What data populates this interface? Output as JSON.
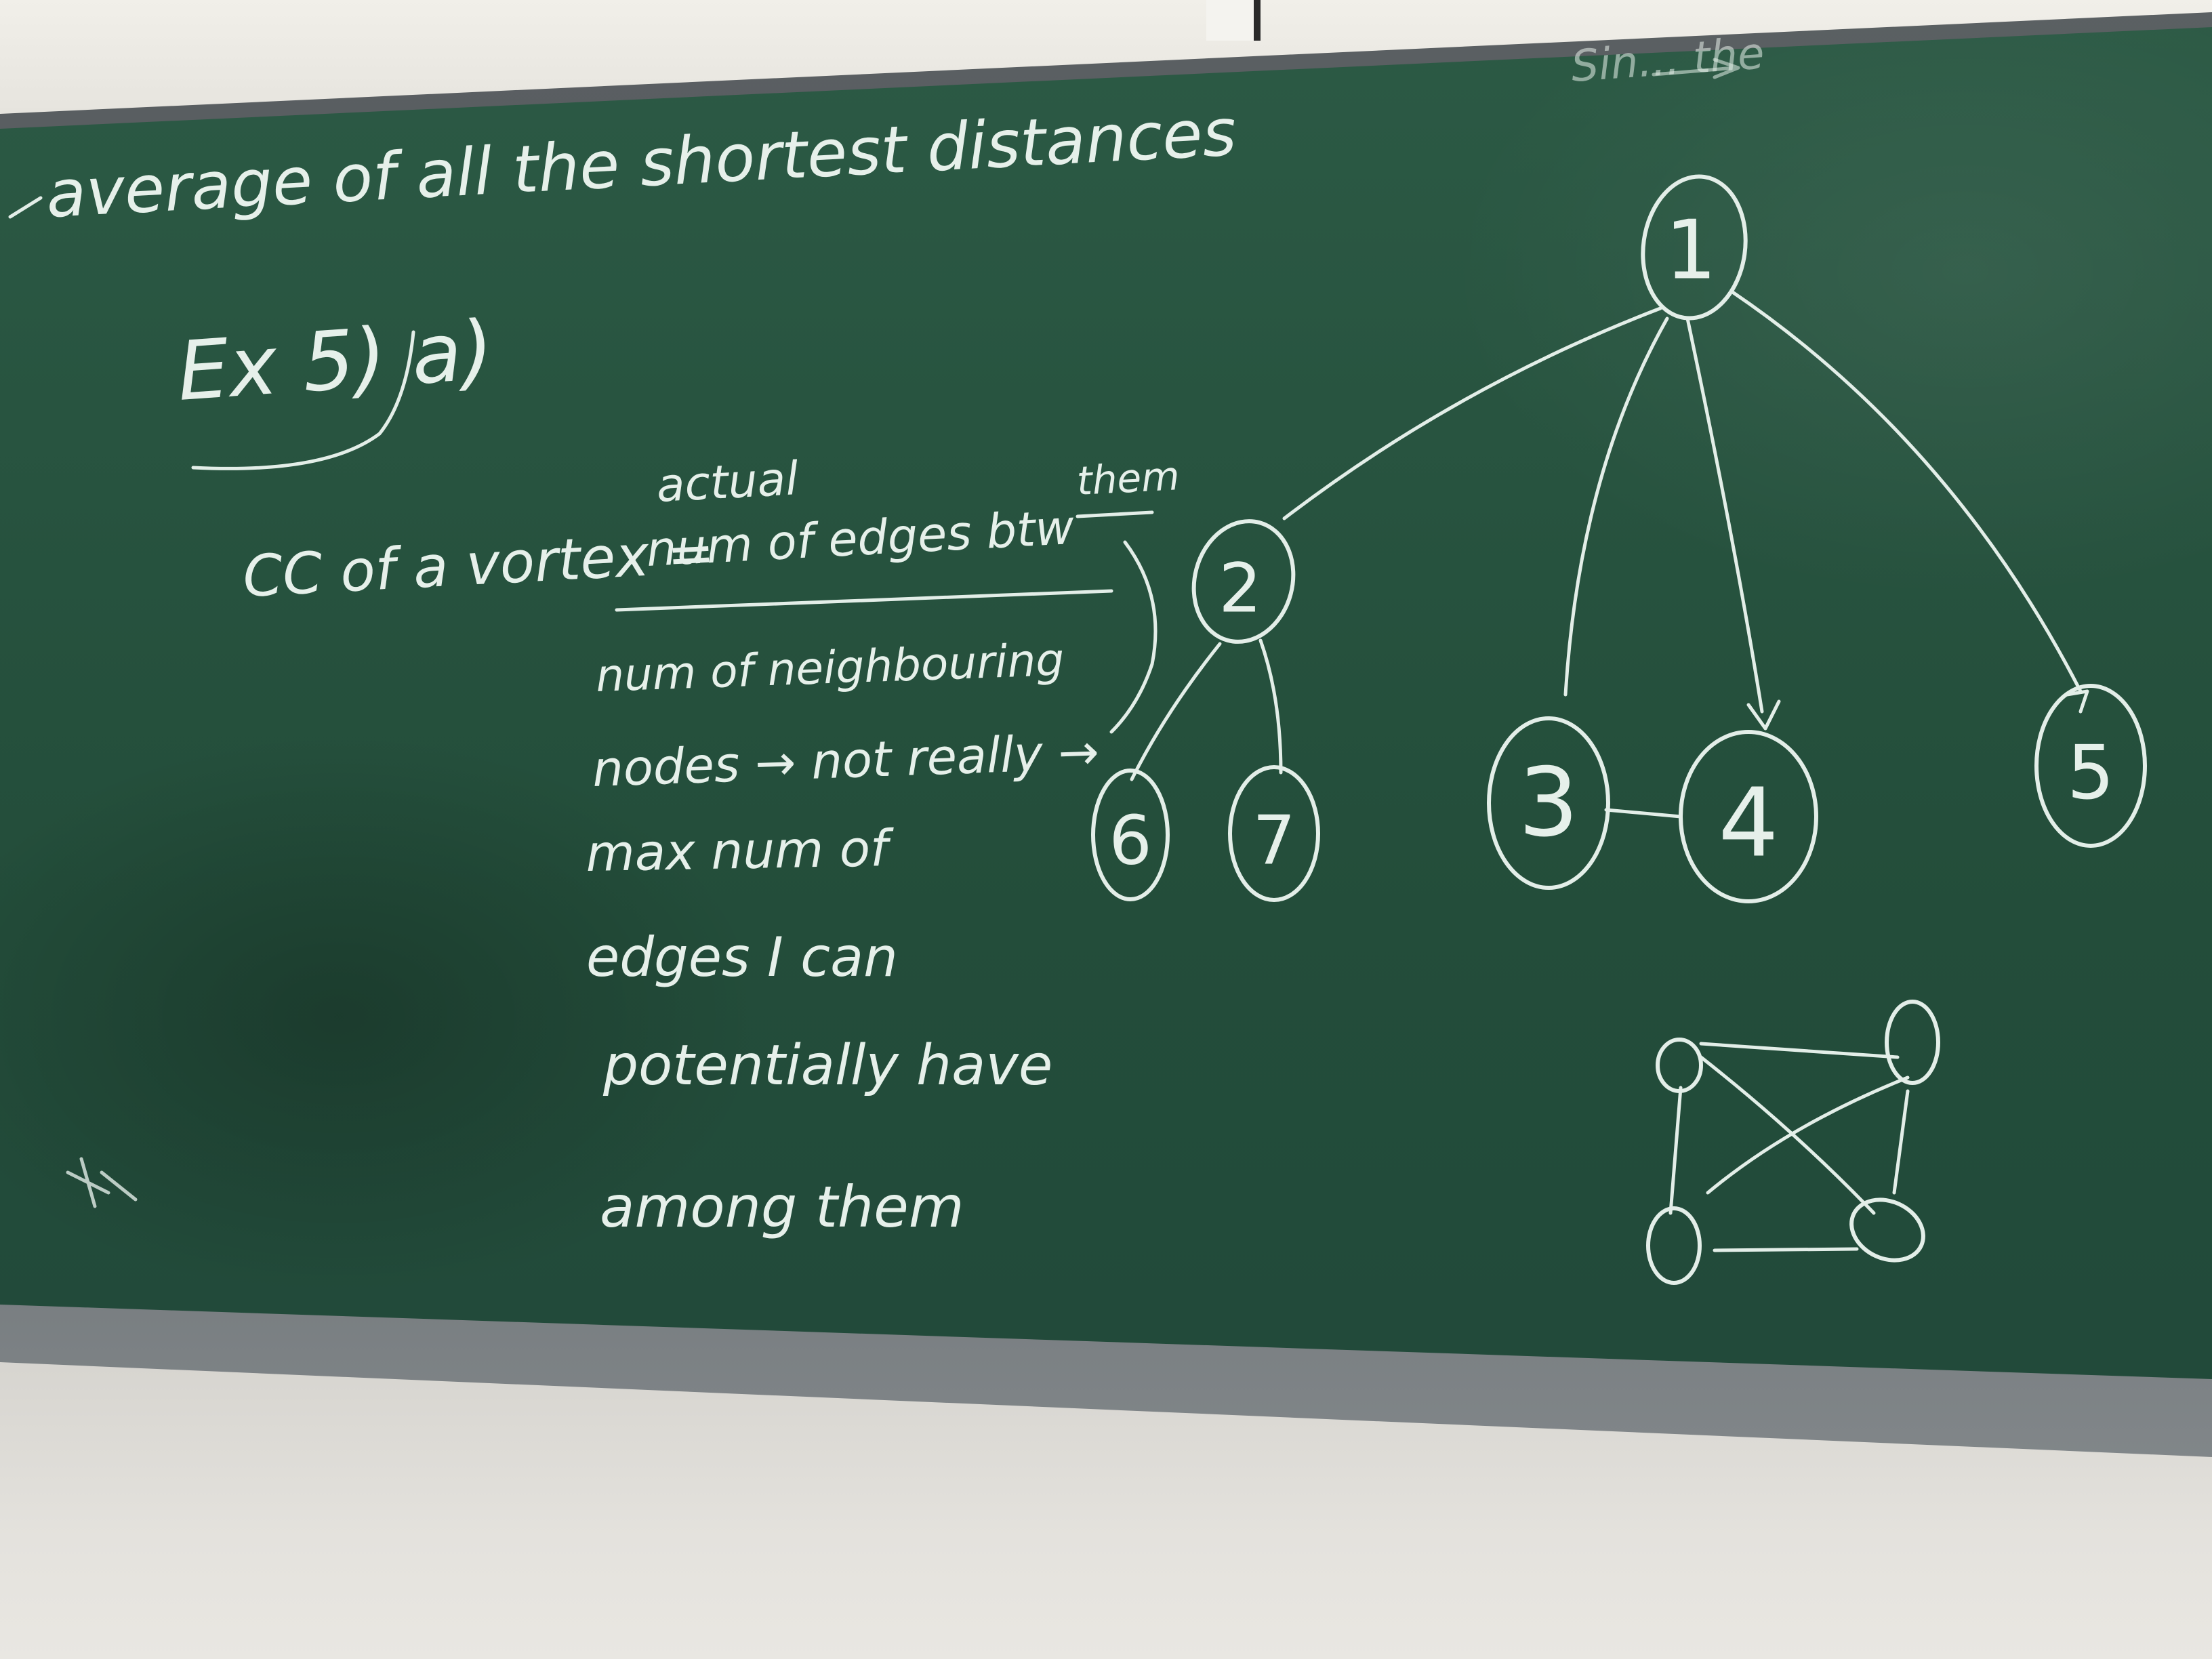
{
  "board": {
    "top_right_fragment": "Sin... the",
    "heading": "average of all the shortest distances",
    "exercise_label": "Ex 5) a)",
    "cc_label": "CC of a vortex =",
    "numerator_top": "actual",
    "numerator_top_right": "them",
    "numerator": "num of edges btw",
    "denominator": "num of neighbouring",
    "line_nodes": "nodes → not really →",
    "line_max": "max num of",
    "line_edges": "edges I can",
    "line_potentially": "potentially have",
    "line_among": "among them"
  },
  "tree_graph": {
    "nodes": [
      {
        "id": "n1",
        "label": "1"
      },
      {
        "id": "n2",
        "label": "2"
      },
      {
        "id": "n3",
        "label": "3"
      },
      {
        "id": "n4",
        "label": "4"
      },
      {
        "id": "n5",
        "label": "5"
      },
      {
        "id": "n6",
        "label": "6"
      },
      {
        "id": "n7",
        "label": "7"
      }
    ],
    "edges": [
      [
        "1",
        "2"
      ],
      [
        "1",
        "3"
      ],
      [
        "1",
        "4"
      ],
      [
        "1",
        "5"
      ],
      [
        "2",
        "6"
      ],
      [
        "2",
        "7"
      ],
      [
        "3",
        "4"
      ]
    ]
  },
  "complete_graph": {
    "node_count": 4,
    "edges": [
      [
        "a",
        "b"
      ],
      [
        "a",
        "c"
      ],
      [
        "a",
        "d"
      ],
      [
        "b",
        "c"
      ],
      [
        "b",
        "d"
      ],
      [
        "c",
        "d"
      ]
    ]
  },
  "colors": {
    "chalkboard": "#2c5a45",
    "chalk": "#e6f0ea",
    "frame": "#5b6063",
    "wall": "#e4e2dc"
  }
}
